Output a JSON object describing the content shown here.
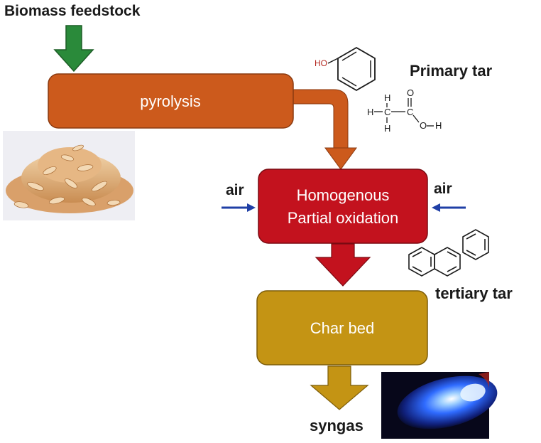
{
  "labels": {
    "feedstock": "Biomass feedstock",
    "primary_tar": "Primary tar",
    "tertiary_tar": "tertiary tar",
    "air_left": "air",
    "air_right": "air",
    "syngas": "syngas"
  },
  "boxes": {
    "pyrolysis": "pyrolysis",
    "oxidation_line1": "Homogenous",
    "oxidation_line2": "Partial oxidation",
    "char_bed": "Char bed"
  },
  "chemistry": {
    "phenol_oh": "HO",
    "acetic_h_top": "H",
    "acetic_h_left": "H",
    "acetic_h_bottom": "H",
    "acetic_c1": "C",
    "acetic_c2": "C",
    "acetic_o_top": "O",
    "acetic_o": "O",
    "acetic_h_right": "H"
  },
  "colors": {
    "pyrolysis_box": "#cc5a1c",
    "oxidation_box": "#c3121e",
    "char_box": "#c49414",
    "feed_arrow": "#2a8a3a",
    "air_arrow": "#1f3fa6"
  },
  "icons": {
    "biomass_image": "wood-chips-photo",
    "flame_image": "blue-flame-photo"
  }
}
